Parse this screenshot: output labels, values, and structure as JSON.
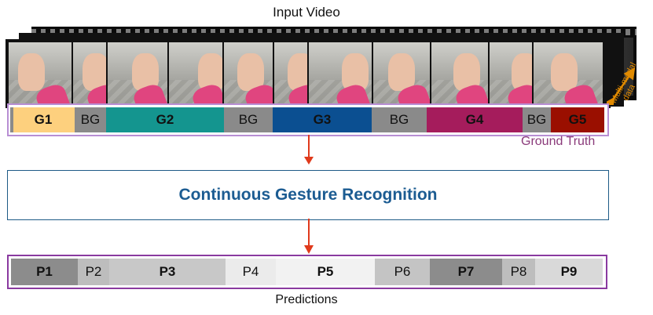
{
  "input_title": "Input Video",
  "side_label_lines": [
    "Multi-modal",
    "data"
  ],
  "ground_truth": {
    "label": "Ground Truth",
    "segments": [
      {
        "label": "G1",
        "bold": true,
        "color": "#fdd07e",
        "text_color": "#111111"
      },
      {
        "label": "BG",
        "bold": false,
        "color": "#8a8a8a",
        "text_color": "#111111"
      },
      {
        "label": "G2",
        "bold": true,
        "color": "#14958f",
        "text_color": "#111111"
      },
      {
        "label": "BG",
        "bold": false,
        "color": "#8a8a8a",
        "text_color": "#111111"
      },
      {
        "label": "G3",
        "bold": true,
        "color": "#0b4f91",
        "text_color": "#111111"
      },
      {
        "label": "BG",
        "bold": false,
        "color": "#8a8a8a",
        "text_color": "#111111"
      },
      {
        "label": "G4",
        "bold": true,
        "color": "#a51c5c",
        "text_color": "#111111"
      },
      {
        "label": "BG",
        "bold": false,
        "color": "#8a8a8a",
        "text_color": "#111111"
      },
      {
        "label": "G5",
        "bold": true,
        "color": "#9a0f00",
        "text_color": "#111111"
      }
    ]
  },
  "process": {
    "label": "Continuous Gesture Recognition",
    "color": "#1c5c92"
  },
  "predictions": {
    "label": "Predictions",
    "segments": [
      {
        "label": "P1",
        "bold": true,
        "color": "#8c8c8c"
      },
      {
        "label": "P2",
        "bold": false,
        "color": "#bdbdbd"
      },
      {
        "label": "P3",
        "bold": true,
        "color": "#c8c8c8"
      },
      {
        "label": "P4",
        "bold": false,
        "color": "#ebebeb"
      },
      {
        "label": "P5",
        "bold": true,
        "color": "#f2f2f2"
      },
      {
        "label": "P6",
        "bold": false,
        "color": "#c4c4c4"
      },
      {
        "label": "P7",
        "bold": true,
        "color": "#8c8c8c"
      },
      {
        "label": "P8",
        "bold": false,
        "color": "#bdbdbd"
      },
      {
        "label": "P9",
        "bold": true,
        "color": "#d9d9d9"
      }
    ]
  },
  "colors": {
    "arrow": "#e03a1c",
    "side_arrow": "#e08a00",
    "gt_border": "#b88ed4",
    "pred_border": "#8a3aa0"
  }
}
